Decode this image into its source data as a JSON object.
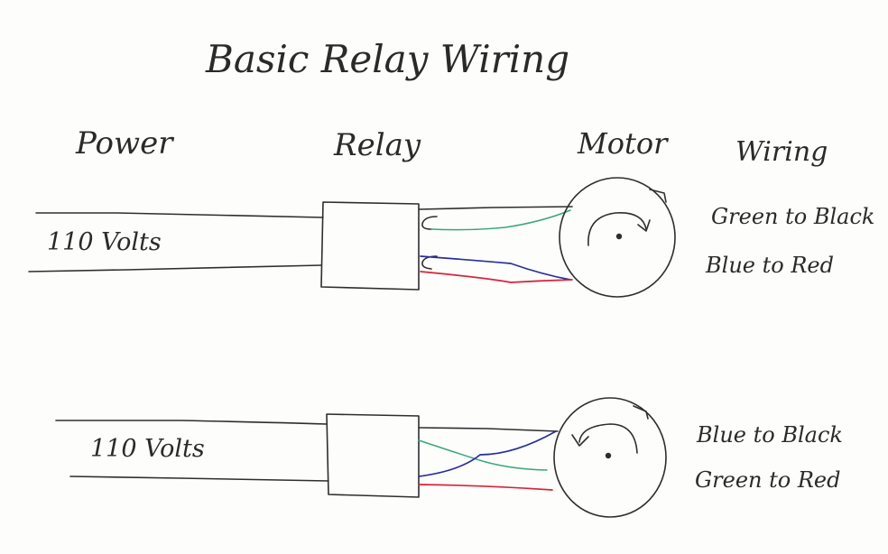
{
  "title": "Basic Relay Wiring",
  "headers": {
    "power": "Power",
    "relay": "Relay",
    "motor": "Motor",
    "wiring": "Wiring"
  },
  "circuit_top": {
    "voltage_label": "110 Volts",
    "wiring_notes": [
      "Green to Black",
      "Blue to Red"
    ]
  },
  "circuit_bottom": {
    "voltage_label": "110 Volts",
    "wiring_notes": [
      "Blue to Black",
      "Green to Red"
    ]
  },
  "colors": {
    "ink": "#2e2e2e",
    "green_wire": "#3aa57e",
    "blue_wire": "#2b2f9a",
    "red_wire": "#d8243a",
    "paper": "#fdfdfc"
  }
}
